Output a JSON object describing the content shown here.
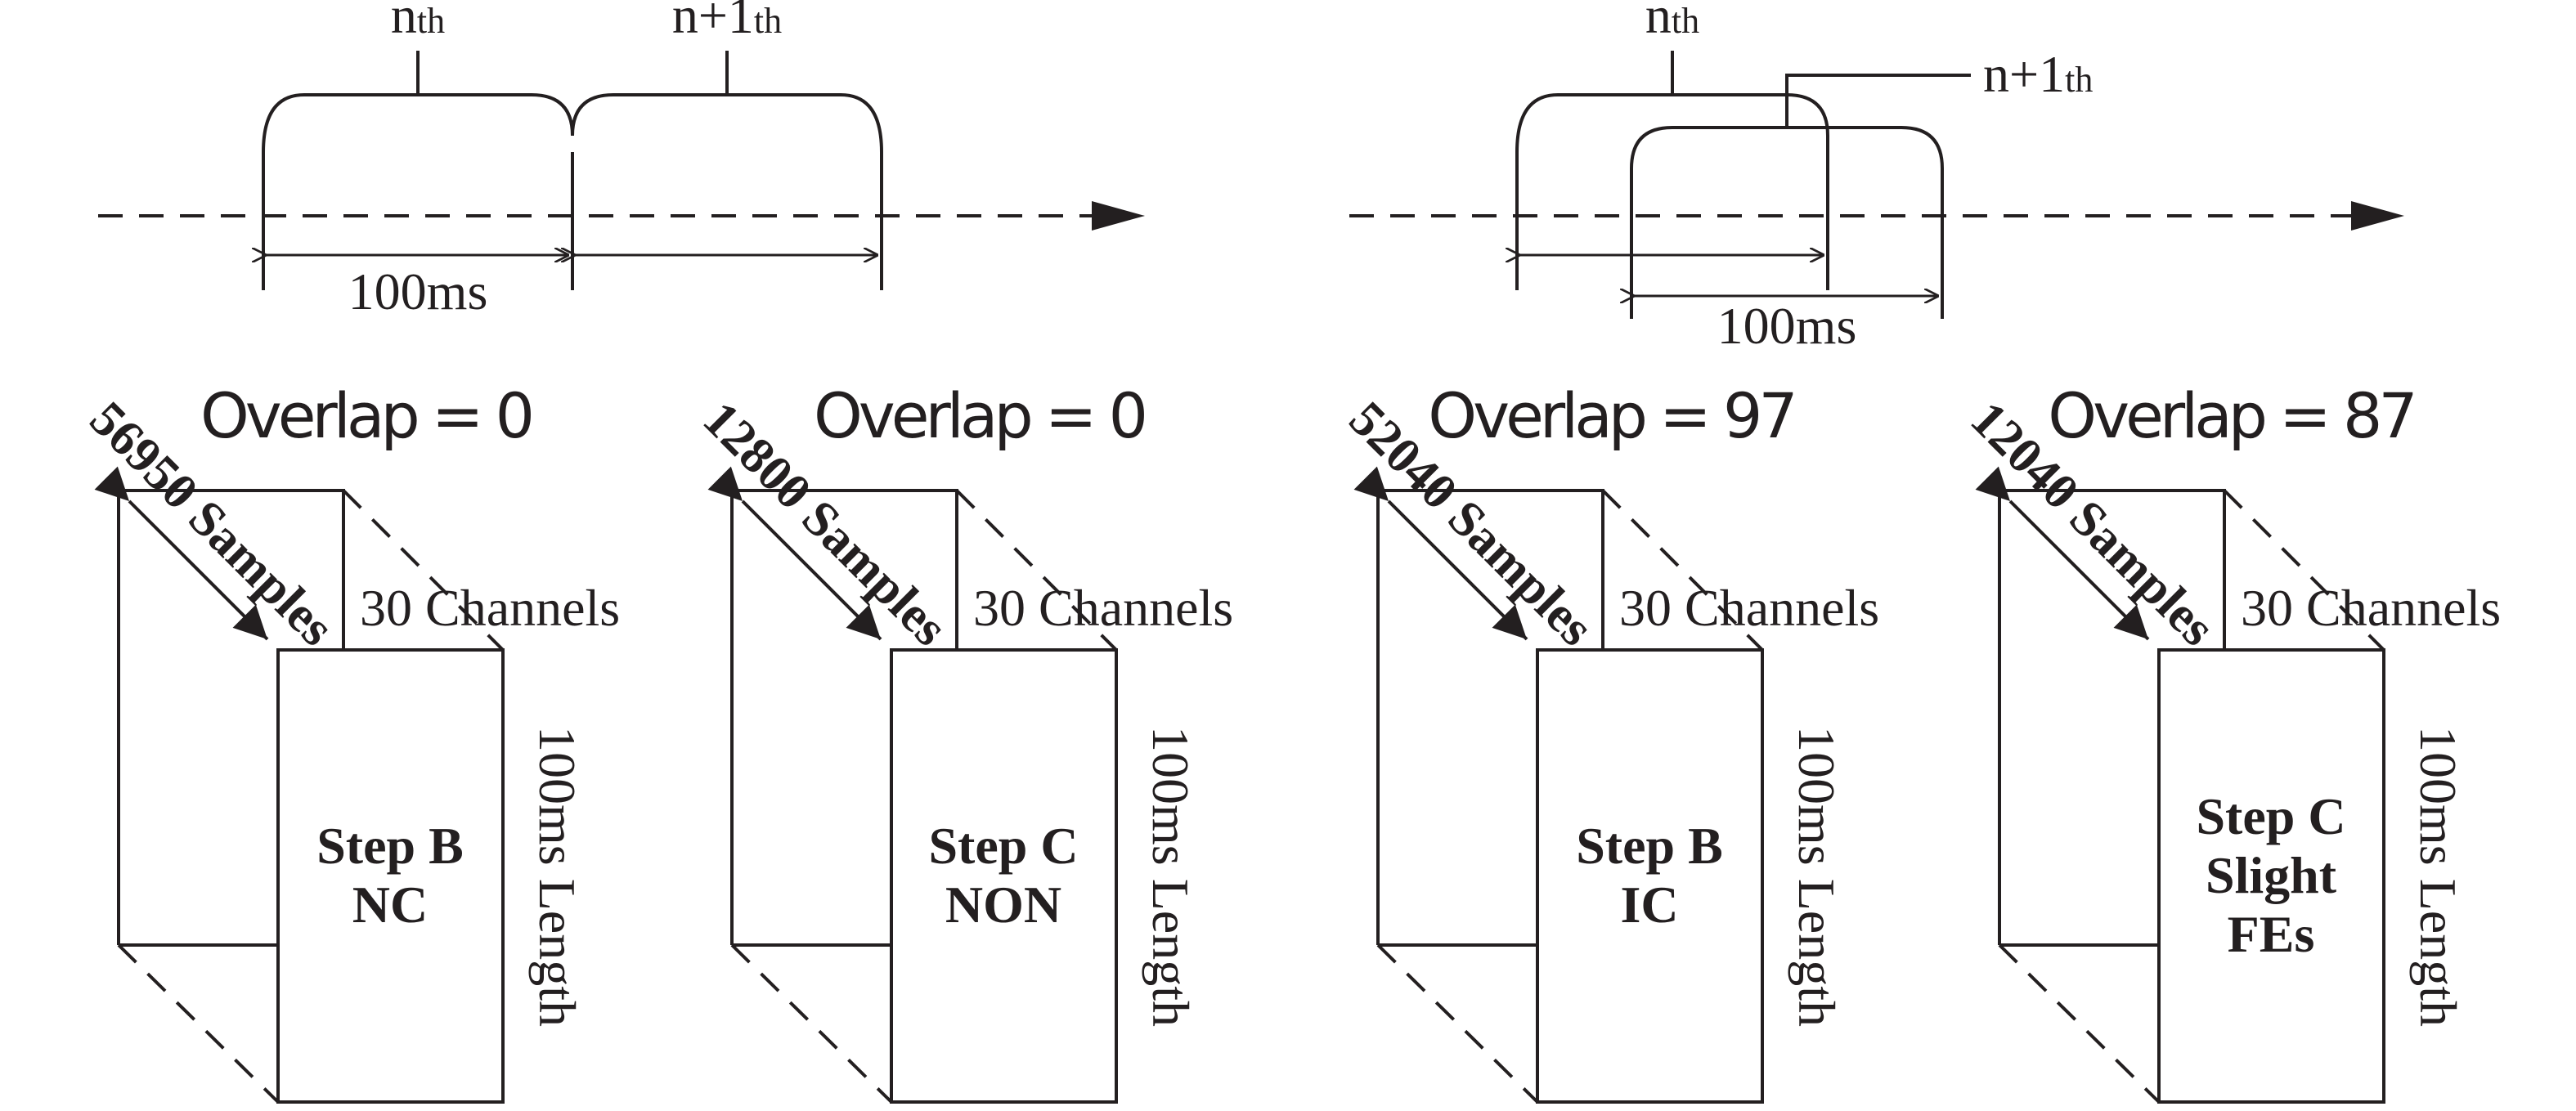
{
  "timeline_left": {
    "label_n": "n",
    "label_n_suffix": "th",
    "label_n1": "n+1",
    "label_n1_suffix": "th",
    "duration": "100ms"
  },
  "timeline_right": {
    "label_n": "n",
    "label_n_suffix": "th",
    "label_n1": "n+1",
    "label_n1_suffix": "th",
    "duration": "100ms"
  },
  "blocks": [
    {
      "overlap": "Overlap = 0",
      "samples": "56950 Samples",
      "channels": "30 Channels",
      "length": "100ms Length",
      "lines": [
        "Step B",
        "NC"
      ]
    },
    {
      "overlap": "Overlap = 0",
      "samples": "12800 Samples",
      "channels": "30 Channels",
      "length": "100ms Length",
      "lines": [
        "Step C",
        "NON"
      ]
    },
    {
      "overlap": "Overlap = 97",
      "samples": "52040 Samples",
      "channels": "30 Channels",
      "length": "100ms Length",
      "lines": [
        "Step B",
        "IC"
      ]
    },
    {
      "overlap": "Overlap = 87",
      "samples": "12040 Samples",
      "channels": "30 Channels",
      "length": "100ms Length",
      "lines": [
        "Step C",
        "Slight",
        "FEs"
      ]
    }
  ]
}
